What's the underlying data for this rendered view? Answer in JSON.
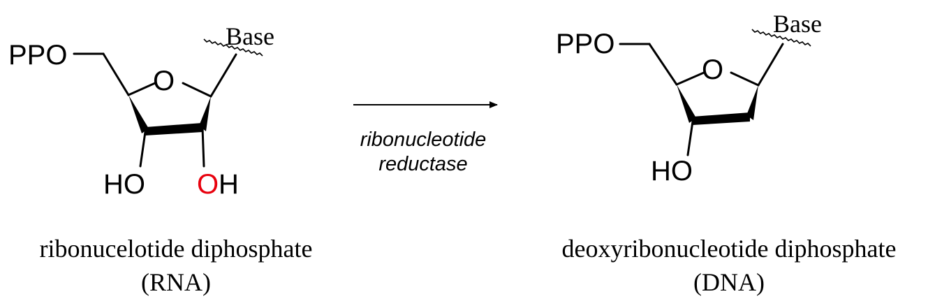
{
  "reactant": {
    "pp_group": "PPO",
    "ring_oxygen": "O",
    "base": "Base",
    "hydroxyl_3": "HO",
    "hydroxyl_2_oxygen": "O",
    "hydroxyl_2_hydrogen": "H",
    "name": "ribonucelotide diphosphate",
    "type": "(RNA)"
  },
  "arrow": {
    "enzyme_line1": "ribonucleotide",
    "enzyme_line2": "reductase"
  },
  "product": {
    "pp_group": "PPO",
    "ring_oxygen": "O",
    "base": "Base",
    "hydroxyl_3": "HO",
    "name": "deoxyribonucleotide diphosphate",
    "type": "(DNA)"
  },
  "colors": {
    "highlight_oxygen": "#e8000d",
    "ink": "#000000"
  }
}
